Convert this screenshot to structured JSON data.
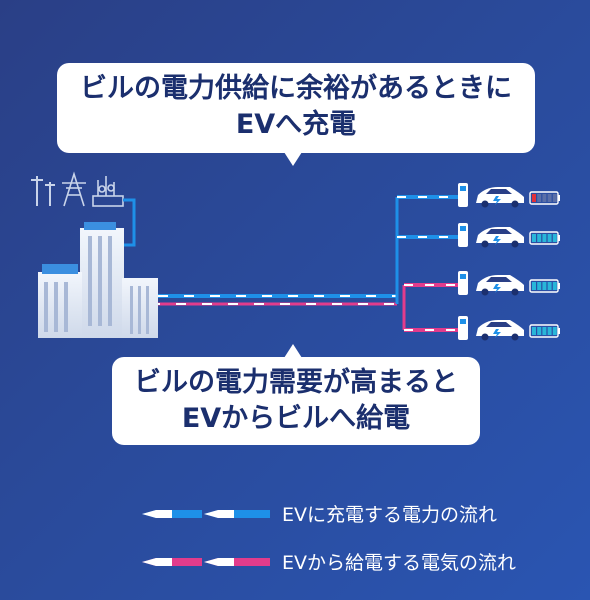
{
  "callout_top": {
    "line1": "ビルの電力供給に余裕があるときに",
    "line2": "EVへ充電"
  },
  "callout_bottom": {
    "line1": "ビルの電力需要が高まると",
    "line2": "EVからビルへ給電"
  },
  "legend": [
    {
      "label": "EVに充電する電力の流れ",
      "color": "#1e90e8"
    },
    {
      "label": "EVから給電する電気の流れ",
      "color": "#e23c8c"
    }
  ],
  "colors": {
    "charge_flow": "#1e90e8",
    "discharge_flow": "#e23c8c",
    "battery_charge": "#29b6d9",
    "battery_low": "#e0303a"
  },
  "icons": [
    "utility-pole-icon",
    "transmission-tower-icon",
    "substation-icon",
    "office-building-icon",
    "charger-icon",
    "ev-car-icon",
    "battery-icon"
  ]
}
